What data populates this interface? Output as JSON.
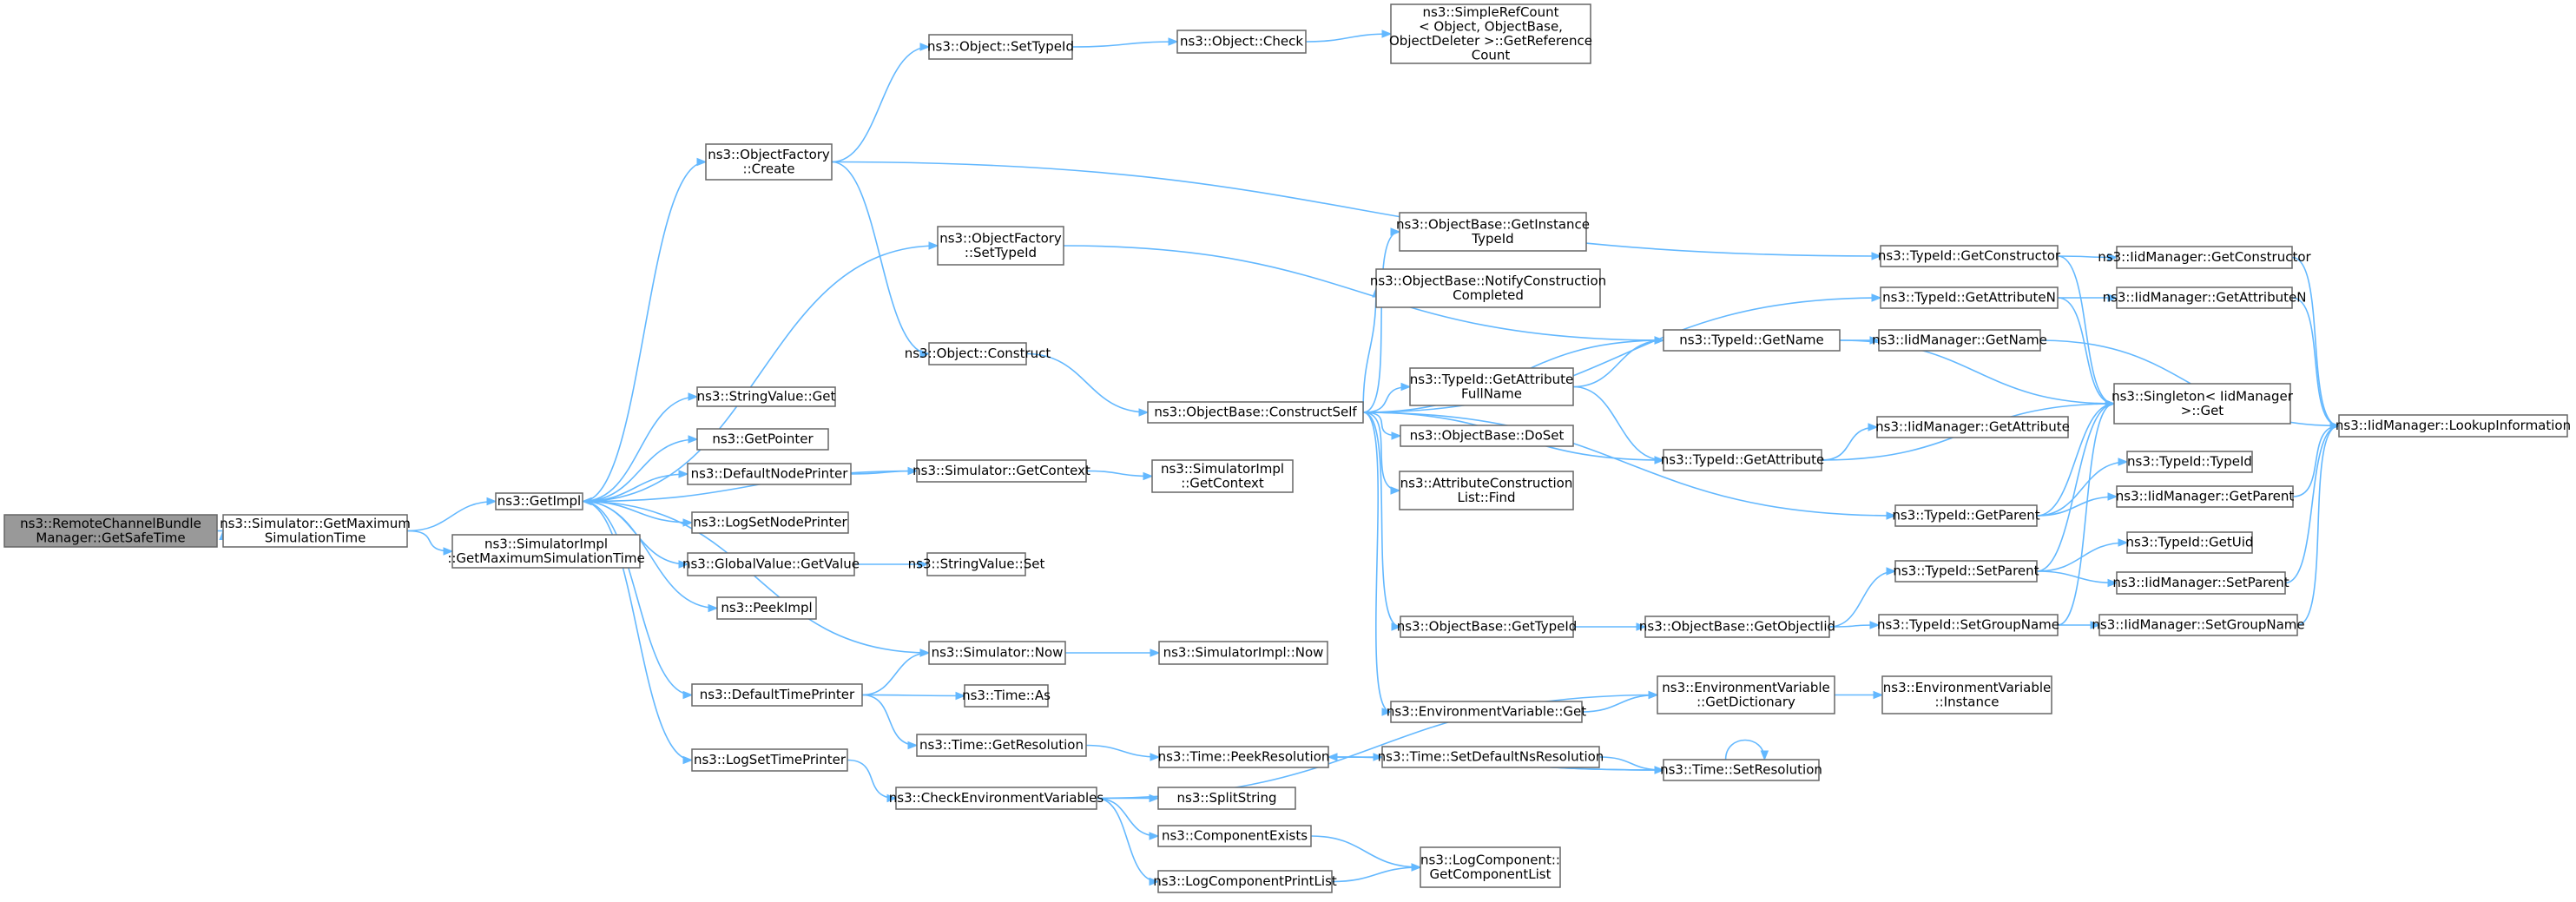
{
  "root_node": "ns3::RemoteChannelBundleManager::GetSafeTime",
  "colors": {
    "edge": "#63b8ff",
    "root_fill": "#999999",
    "box_border": "#666666",
    "background": "#ffffff"
  },
  "nodes": [
    {
      "id": "n0",
      "lines": [
        "ns3::RemoteChannelBundle",
        "Manager::GetSafeTime"
      ]
    },
    {
      "id": "n1",
      "lines": [
        "ns3::Simulator::GetMaximum",
        "SimulationTime"
      ]
    },
    {
      "id": "n2",
      "lines": [
        "ns3::GetImpl"
      ]
    },
    {
      "id": "n3",
      "lines": [
        "ns3::SimulatorImpl",
        "::GetMaximumSimulationTime"
      ]
    },
    {
      "id": "n4",
      "lines": [
        "ns3::ObjectFactory",
        "::Create"
      ]
    },
    {
      "id": "n5",
      "lines": [
        "ns3::ObjectFactory",
        "::SetTypeId"
      ]
    },
    {
      "id": "n6",
      "lines": [
        "ns3::StringValue::Get"
      ]
    },
    {
      "id": "n7",
      "lines": [
        "ns3::GetPointer"
      ]
    },
    {
      "id": "n8",
      "lines": [
        "ns3::DefaultNodePrinter"
      ]
    },
    {
      "id": "n9",
      "lines": [
        "ns3::LogSetNodePrinter"
      ]
    },
    {
      "id": "n10",
      "lines": [
        "ns3::GlobalValue::GetValue"
      ]
    },
    {
      "id": "n11",
      "lines": [
        "ns3::PeekImpl"
      ]
    },
    {
      "id": "n12",
      "lines": [
        "ns3::DefaultTimePrinter"
      ]
    },
    {
      "id": "n13",
      "lines": [
        "ns3::LogSetTimePrinter"
      ]
    },
    {
      "id": "n14",
      "lines": [
        "ns3::Object::SetTypeId"
      ]
    },
    {
      "id": "n15",
      "lines": [
        "ns3::Object::Construct"
      ]
    },
    {
      "id": "n16",
      "lines": [
        "ns3::Simulator::GetContext"
      ]
    },
    {
      "id": "n17",
      "lines": [
        "ns3::StringValue::Set"
      ]
    },
    {
      "id": "n18",
      "lines": [
        "ns3::Simulator::Now"
      ]
    },
    {
      "id": "n19",
      "lines": [
        "ns3::Time::As"
      ]
    },
    {
      "id": "n20",
      "lines": [
        "ns3::Time::GetResolution"
      ]
    },
    {
      "id": "n21",
      "lines": [
        "ns3::CheckEnvironmentVariables"
      ]
    },
    {
      "id": "n22",
      "lines": [
        "ns3::Object::Check"
      ]
    },
    {
      "id": "n23",
      "lines": [
        "ns3::ObjectBase::ConstructSelf"
      ]
    },
    {
      "id": "n24",
      "lines": [
        "ns3::SimulatorImpl",
        "::GetContext"
      ]
    },
    {
      "id": "n25",
      "lines": [
        "ns3::SimulatorImpl::Now"
      ]
    },
    {
      "id": "n26",
      "lines": [
        "ns3::Time::PeekResolution"
      ]
    },
    {
      "id": "n27",
      "lines": [
        "ns3::SplitString"
      ]
    },
    {
      "id": "n28",
      "lines": [
        "ns3::ComponentExists"
      ]
    },
    {
      "id": "n29",
      "lines": [
        "ns3::LogComponentPrintList"
      ]
    },
    {
      "id": "n30",
      "lines": [
        "ns3::SimpleRefCount",
        "< Object, ObjectBase,",
        "ObjectDeleter >::GetReference",
        "Count"
      ]
    },
    {
      "id": "n31",
      "lines": [
        "ns3::ObjectBase::GetInstance",
        "TypeId"
      ]
    },
    {
      "id": "n32",
      "lines": [
        "ns3::ObjectBase::NotifyConstruction",
        "Completed"
      ]
    },
    {
      "id": "n33",
      "lines": [
        "ns3::TypeId::GetAttribute",
        "FullName"
      ]
    },
    {
      "id": "n34",
      "lines": [
        "ns3::ObjectBase::DoSet"
      ]
    },
    {
      "id": "n35",
      "lines": [
        "ns3::AttributeConstruction",
        "List::Find"
      ]
    },
    {
      "id": "n36",
      "lines": [
        "ns3::ObjectBase::GetTypeId"
      ]
    },
    {
      "id": "n37",
      "lines": [
        "ns3::EnvironmentVariable::Get"
      ]
    },
    {
      "id": "n38",
      "lines": [
        "ns3::Time::SetDefaultNsResolution"
      ]
    },
    {
      "id": "n39",
      "lines": [
        "ns3::LogComponent::",
        "GetComponentList"
      ]
    },
    {
      "id": "n40",
      "lines": [
        "ns3::TypeId::GetName"
      ]
    },
    {
      "id": "n41",
      "lines": [
        "ns3::TypeId::GetAttribute"
      ]
    },
    {
      "id": "n42",
      "lines": [
        "ns3::ObjectBase::GetObjectIid"
      ]
    },
    {
      "id": "n43",
      "lines": [
        "ns3::EnvironmentVariable",
        "::GetDictionary"
      ]
    },
    {
      "id": "n44",
      "lines": [
        "ns3::Time::SetResolution"
      ]
    },
    {
      "id": "n45",
      "lines": [
        "ns3::TypeId::GetConstructor"
      ]
    },
    {
      "id": "n46",
      "lines": [
        "ns3::TypeId::GetAttributeN"
      ]
    },
    {
      "id": "n47",
      "lines": [
        "ns3::IidManager::GetName"
      ]
    },
    {
      "id": "n48",
      "lines": [
        "ns3::Singleton< IidManager",
        ">::Get"
      ]
    },
    {
      "id": "n49",
      "lines": [
        "ns3::IidManager::GetAttribute"
      ]
    },
    {
      "id": "n50",
      "lines": [
        "ns3::TypeId::GetParent"
      ]
    },
    {
      "id": "n51",
      "lines": [
        "ns3::TypeId::SetParent"
      ]
    },
    {
      "id": "n52",
      "lines": [
        "ns3::TypeId::SetGroupName"
      ]
    },
    {
      "id": "n53",
      "lines": [
        "ns3::EnvironmentVariable",
        "::Instance"
      ]
    },
    {
      "id": "n54",
      "lines": [
        "ns3::IidManager::GetConstructor"
      ]
    },
    {
      "id": "n55",
      "lines": [
        "ns3::IidManager::GetAttributeN"
      ]
    },
    {
      "id": "n56",
      "lines": [
        "ns3::TypeId::TypeId"
      ]
    },
    {
      "id": "n57",
      "lines": [
        "ns3::IidManager::GetParent"
      ]
    },
    {
      "id": "n58",
      "lines": [
        "ns3::TypeId::GetUid"
      ]
    },
    {
      "id": "n59",
      "lines": [
        "ns3::IidManager::SetParent"
      ]
    },
    {
      "id": "n60",
      "lines": [
        "ns3::IidManager::SetGroupName"
      ]
    },
    {
      "id": "n61",
      "lines": [
        "ns3::IidManager::LookupInformation"
      ]
    }
  ],
  "edges": [
    [
      "n0",
      "n1"
    ],
    [
      "n1",
      "n2"
    ],
    [
      "n1",
      "n3"
    ],
    [
      "n2",
      "n4"
    ],
    [
      "n2",
      "n5"
    ],
    [
      "n2",
      "n6"
    ],
    [
      "n2",
      "n7"
    ],
    [
      "n2",
      "n8"
    ],
    [
      "n2",
      "n9"
    ],
    [
      "n2",
      "n10"
    ],
    [
      "n2",
      "n11"
    ],
    [
      "n2",
      "n12"
    ],
    [
      "n2",
      "n13"
    ],
    [
      "n2",
      "n18"
    ],
    [
      "n4",
      "n14"
    ],
    [
      "n4",
      "n15"
    ],
    [
      "n4",
      "n45"
    ],
    [
      "n5",
      "n40"
    ],
    [
      "n8",
      "n16"
    ],
    [
      "n16",
      "n2"
    ],
    [
      "n16",
      "n24"
    ],
    [
      "n10",
      "n17"
    ],
    [
      "n12",
      "n18"
    ],
    [
      "n12",
      "n19"
    ],
    [
      "n12",
      "n20"
    ],
    [
      "n13",
      "n21"
    ],
    [
      "n14",
      "n22"
    ],
    [
      "n22",
      "n30"
    ],
    [
      "n15",
      "n23"
    ],
    [
      "n18",
      "n25"
    ],
    [
      "n20",
      "n26"
    ],
    [
      "n21",
      "n43"
    ],
    [
      "n21",
      "n27"
    ],
    [
      "n21",
      "n28"
    ],
    [
      "n21",
      "n29"
    ],
    [
      "n23",
      "n31"
    ],
    [
      "n23",
      "n32"
    ],
    [
      "n23",
      "n33"
    ],
    [
      "n23",
      "n34"
    ],
    [
      "n23",
      "n35"
    ],
    [
      "n23",
      "n36"
    ],
    [
      "n23",
      "n37"
    ],
    [
      "n23",
      "n40"
    ],
    [
      "n23",
      "n41"
    ],
    [
      "n23",
      "n46"
    ],
    [
      "n23",
      "n50"
    ],
    [
      "n26",
      "n38"
    ],
    [
      "n26",
      "n44"
    ],
    [
      "n28",
      "n39"
    ],
    [
      "n29",
      "n39"
    ],
    [
      "n33",
      "n40"
    ],
    [
      "n33",
      "n41"
    ],
    [
      "n36",
      "n42"
    ],
    [
      "n37",
      "n43"
    ],
    [
      "n38",
      "n44"
    ],
    [
      "n40",
      "n47"
    ],
    [
      "n40",
      "n48"
    ],
    [
      "n41",
      "n49"
    ],
    [
      "n41",
      "n48"
    ],
    [
      "n42",
      "n51"
    ],
    [
      "n42",
      "n52"
    ],
    [
      "n43",
      "n53"
    ],
    [
      "n44",
      "n26"
    ],
    [
      "n44",
      "n44"
    ],
    [
      "n45",
      "n54"
    ],
    [
      "n45",
      "n48"
    ],
    [
      "n46",
      "n55"
    ],
    [
      "n46",
      "n48"
    ],
    [
      "n47",
      "n61"
    ],
    [
      "n50",
      "n56"
    ],
    [
      "n50",
      "n57"
    ],
    [
      "n50",
      "n48"
    ],
    [
      "n51",
      "n58"
    ],
    [
      "n51",
      "n59"
    ],
    [
      "n51",
      "n48"
    ],
    [
      "n52",
      "n60"
    ],
    [
      "n52",
      "n48"
    ],
    [
      "n54",
      "n61"
    ],
    [
      "n55",
      "n61"
    ],
    [
      "n57",
      "n61"
    ],
    [
      "n59",
      "n61"
    ],
    [
      "n60",
      "n61"
    ]
  ]
}
